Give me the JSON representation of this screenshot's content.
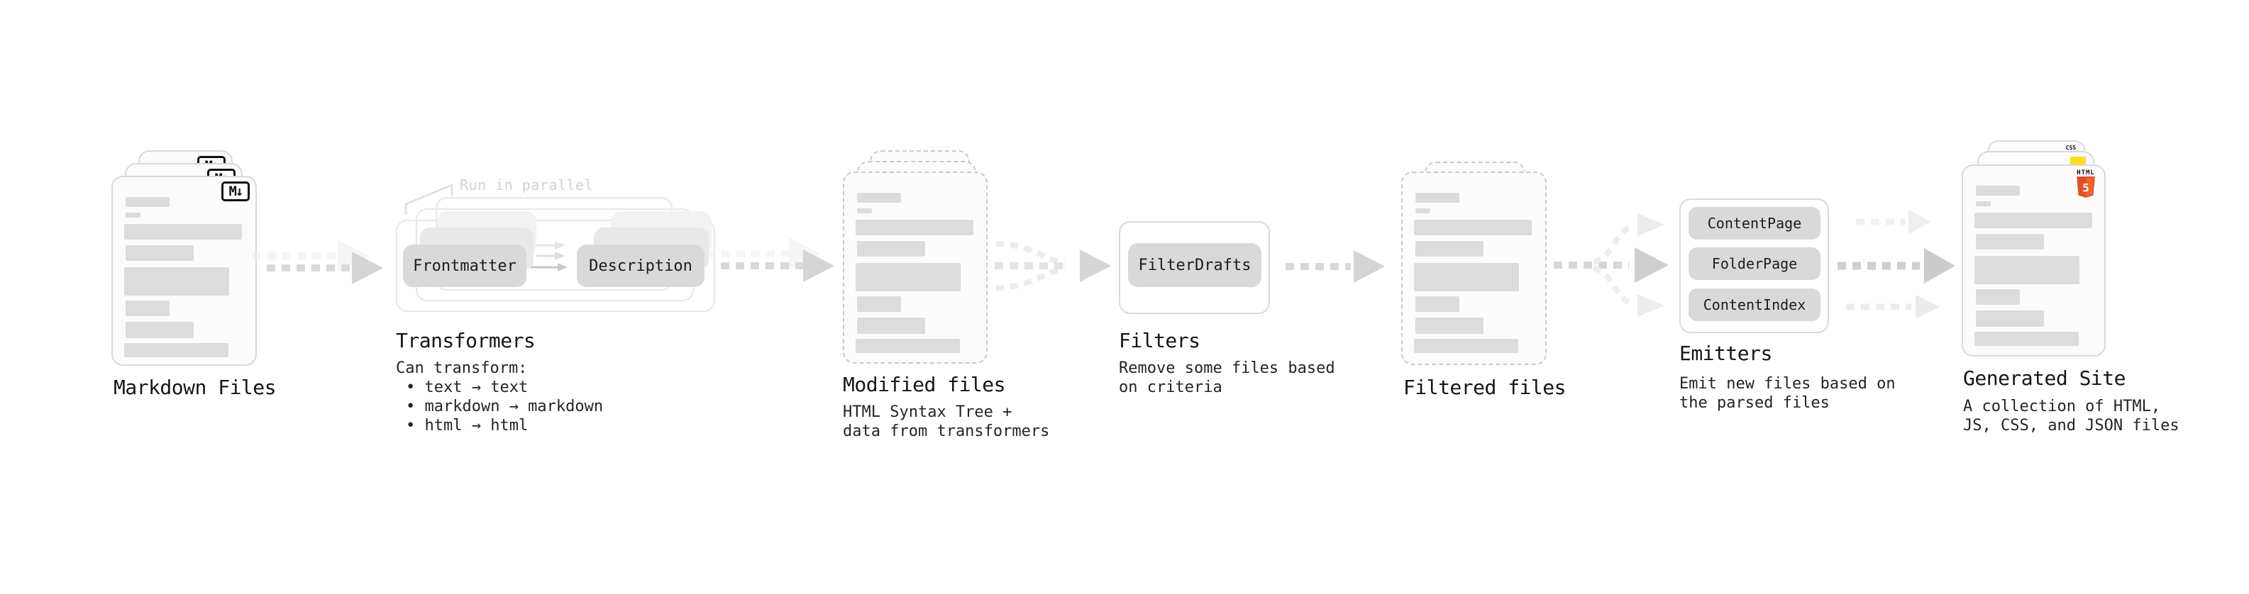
{
  "colors": {
    "background": "#ffffff",
    "card_border": "#d9d9d9",
    "dashed_card_border": "#c9c9c9",
    "content_bar": "#dcdcdc",
    "pill_fill": "#d9d9d9",
    "arrow_gray": "#d4d4d4",
    "arrow_faint": "#ededed",
    "heading_text": "#151515",
    "note_text": "#d2d2d2",
    "html5_orange": "#e44d26",
    "html5_orange_light": "#f16529",
    "js_yellow": "#f7df1e",
    "css_blue": "#2965f1"
  },
  "sections": {
    "markdown_files": {
      "label": "Markdown Files",
      "badge": "M↓"
    },
    "transformers": {
      "label": "Transformers",
      "note": "Run in parallel",
      "pill_left": "Frontmatter",
      "pill_right": "Description",
      "desc_title": "Can transform:",
      "bullets": [
        "• text → text",
        "• markdown → markdown",
        "• html → html"
      ]
    },
    "modified_files": {
      "label": "Modified files",
      "desc_lines": [
        "HTML Syntax Tree +",
        "data from transformers"
      ]
    },
    "filters": {
      "label": "Filters",
      "pill": "FilterDrafts",
      "desc_lines": [
        "Remove some files based",
        "on criteria"
      ]
    },
    "filtered_files": {
      "label": "Filtered files"
    },
    "emitters": {
      "label": "Emitters",
      "pills": [
        "ContentPage",
        "FolderPage",
        "ContentIndex"
      ],
      "desc_lines": [
        "Emit new files based on",
        "the parsed files"
      ]
    },
    "generated_site": {
      "label": "Generated Site",
      "badges": {
        "html_word": "HTML",
        "html_five": "5",
        "css": "CSS"
      },
      "desc_lines": [
        "A collection of HTML,",
        "JS, CSS, and JSON files"
      ]
    }
  }
}
